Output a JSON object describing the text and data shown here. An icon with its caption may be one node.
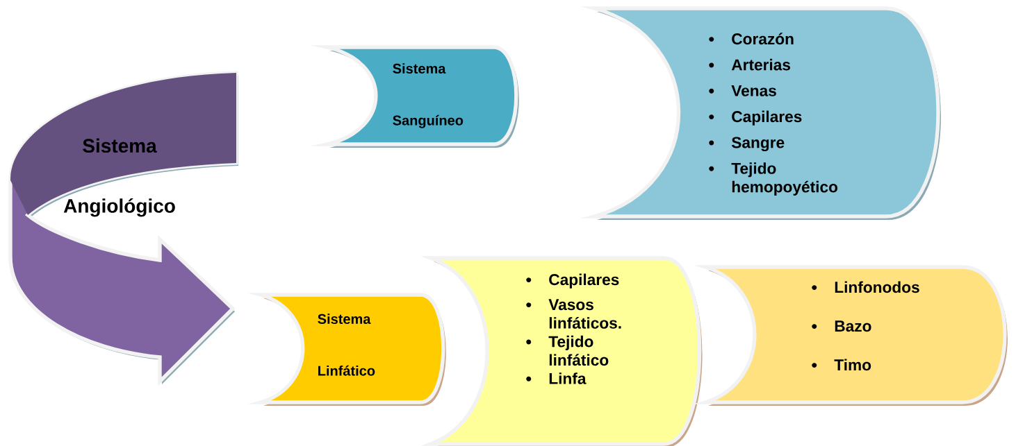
{
  "diagram": {
    "nodes": [
      {
        "text": [
          "Sistema",
          "Angiológico"
        ]
      },
      {
        "text": [
          "Sistema",
          "Sanguíneo"
        ]
      },
      {
        "text": [
          "Corazón",
          "Arterias",
          "Venas",
          "Capilares",
          "Sangre",
          "Tejido hemopoyético"
        ]
      },
      {
        "text": [
          "Sistema",
          "Linfático"
        ]
      },
      {
        "text": [
          "Capilares",
          "Vasos linfáticos.",
          "Tejido linfático",
          "Linfa"
        ]
      },
      {
        "text": [
          "Linfonodos",
          "Bazo",
          "Timo"
        ]
      }
    ]
  }
}
